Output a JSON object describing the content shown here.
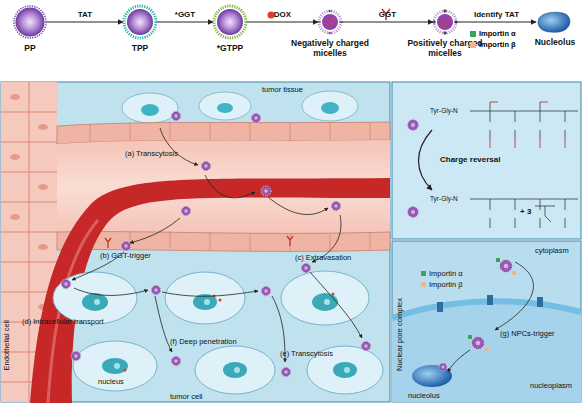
{
  "diagram": {
    "nodes": [
      {
        "text": [
          "PP"
        ]
      },
      {
        "text": [
          "TPP"
        ]
      },
      {
        "text": [
          "*GTPP"
        ]
      },
      {
        "text": [
          "Negatively charged micelles"
        ]
      },
      {
        "text": [
          "Positively charged micelles"
        ]
      },
      {
        "text": [
          "Nucleolus"
        ]
      }
    ],
    "edges": [
      {
        "from": 0,
        "to": 1,
        "label": "TAT",
        "arrow": "to"
      },
      {
        "from": 1,
        "to": 2,
        "label": "*GGT",
        "arrow": "to"
      },
      {
        "from": 2,
        "to": 3,
        "label": "DOX",
        "arrow": "to"
      },
      {
        "from": 3,
        "to": 4,
        "label": "GGT",
        "arrow": "to"
      },
      {
        "from": 4,
        "to": 5,
        "label": "Identify TAT",
        "arrow": "to"
      }
    ],
    "labels": [
      "(a) Transcytosis",
      "tumor tissue",
      "(b) GGT-trigger",
      "(c) Extravasation",
      "(d) Intracellular transport",
      "(f) Deep penetration",
      "(e) Transcytosis",
      "nucleus",
      "tumor cell",
      "Endothelial cell",
      "Charge reversal",
      "Tyr-Gly-N",
      "Tyr-Gly-N",
      "+ 3",
      "cytoplasm",
      "Importin α",
      "Importin β",
      "Nuclear pore complex",
      "(g) NPCs-trigger",
      "nucleoplasm",
      "nucleolus"
    ],
    "legend": [
      {
        "text": "Importin α",
        "color": "#3aa655"
      },
      {
        "text": "Importin β",
        "color": "#f2b48a"
      }
    ]
  }
}
